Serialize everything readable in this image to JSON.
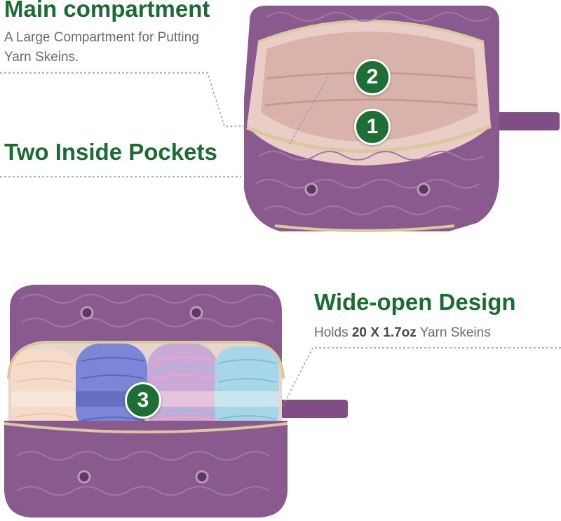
{
  "colors": {
    "title_green": "#1d6b34",
    "bag_purple": "#8a5a8e",
    "lining_pink": "#e9cdc6",
    "badge_green": "#1f6e35"
  },
  "sections": {
    "main": {
      "title": "Main compartment",
      "desc_line1": "A Large Compartment for Putting",
      "desc_line2": "Yarn Skeins."
    },
    "pockets": {
      "title": "Two Inside Pockets"
    },
    "wide": {
      "title": "Wide-open Design",
      "desc_prefix": "Holds ",
      "desc_bold": "20 X 1.7oz",
      "desc_suffix": " Yarn Skeins"
    }
  },
  "badges": {
    "one": "1",
    "two": "2",
    "three": "3"
  }
}
